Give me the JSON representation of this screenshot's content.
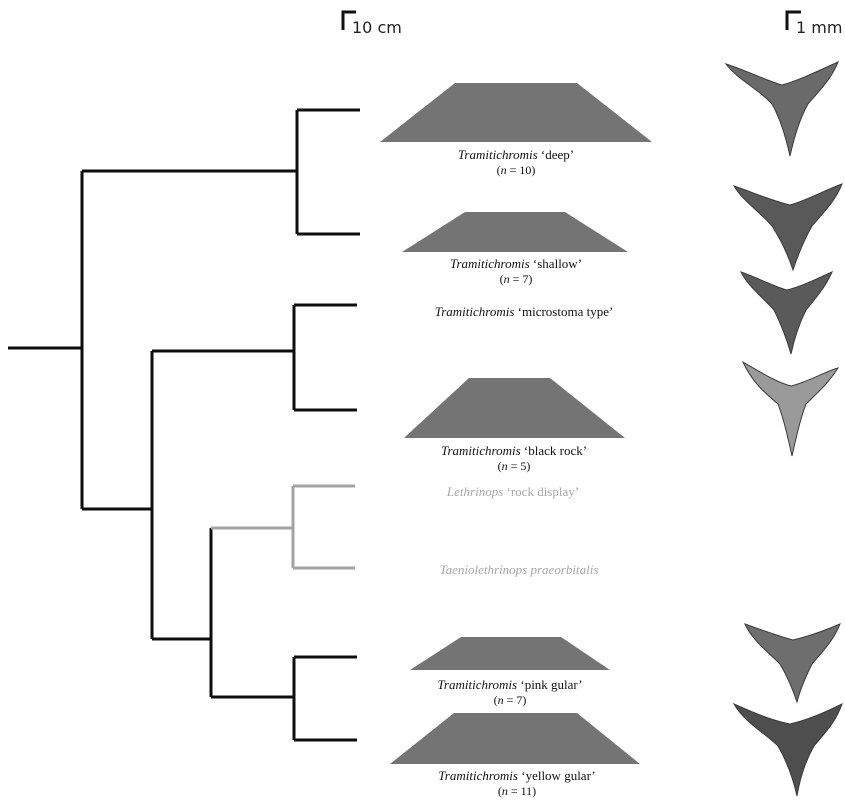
{
  "scale_bars": {
    "depth": "10 cm",
    "bone": "1 mm"
  },
  "colors": {
    "branch_black": "#0d0d0d",
    "branch_grey": "#a3a3a3",
    "trapezoid_fill": "#747474",
    "bone_fill": "#5e5e5e"
  },
  "taxa": [
    {
      "genus": "Tramitichromis",
      "epithet": "‘deep’",
      "n_var": "n",
      "n_value": "= 10",
      "color": "black",
      "has_profile": true,
      "has_bone": true
    },
    {
      "genus": "Tramitichromis",
      "epithet": "‘shallow’",
      "n_var": "n",
      "n_value": "= 7",
      "color": "black",
      "has_profile": true,
      "has_bone": true
    },
    {
      "genus": "Tramitichromis",
      "epithet": "‘microstoma type’",
      "color": "black",
      "has_profile": false,
      "has_bone": true
    },
    {
      "genus": "Tramitichromis",
      "epithet": "‘black rock’",
      "n_var": "n",
      "n_value": "= 5",
      "color": "black",
      "has_profile": true,
      "has_bone": true
    },
    {
      "genus": "Lethrinops",
      "epithet": "‘rock display’",
      "color": "grey",
      "has_profile": false,
      "has_bone": false
    },
    {
      "genus": "Taeniolethrinops praeorbitalis",
      "epithet": "",
      "color": "grey",
      "has_profile": false,
      "has_bone": false
    },
    {
      "genus": "Tramitichromis",
      "epithet": "‘pink gular’",
      "n_var": "n",
      "n_value": "= 7",
      "color": "black",
      "has_profile": true,
      "has_bone": true
    },
    {
      "genus": "Tramitichromis",
      "epithet": "‘yellow gular’",
      "n_var": "n",
      "n_value": "= 11",
      "color": "black",
      "has_profile": true,
      "has_bone": true
    }
  ]
}
